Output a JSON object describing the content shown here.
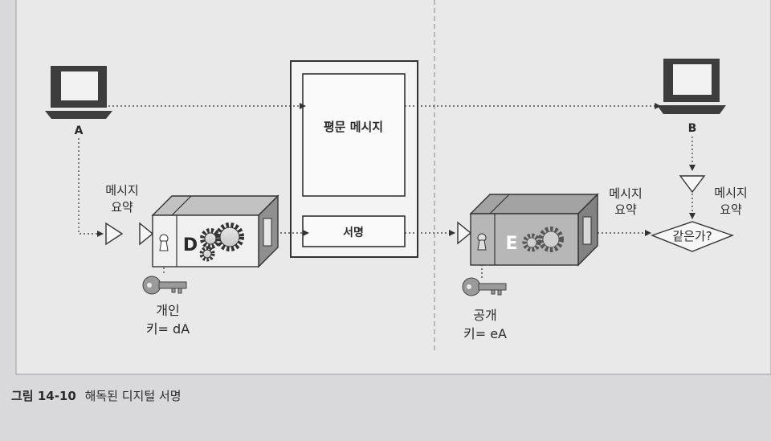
{
  "diagram": {
    "computer_a_label": "A",
    "computer_b_label": "B",
    "digest_left": {
      "line1": "메시지",
      "line2": "요약"
    },
    "digest_mid": {
      "line1": "메시지",
      "line2": "요약"
    },
    "digest_right": {
      "line1": "메시지",
      "line2": "요약"
    },
    "box_d_letter": "D",
    "box_e_letter": "E",
    "private_key": {
      "line1": "개인",
      "line2": "키= dA"
    },
    "public_key": {
      "line1": "공개",
      "line2": "키= eA"
    },
    "plaintext_message": "평문 메시지",
    "signature": "서명",
    "compare_question": "같은가?"
  },
  "caption": {
    "number": "그림 14-10",
    "text": "해독된 디지털 서명"
  }
}
